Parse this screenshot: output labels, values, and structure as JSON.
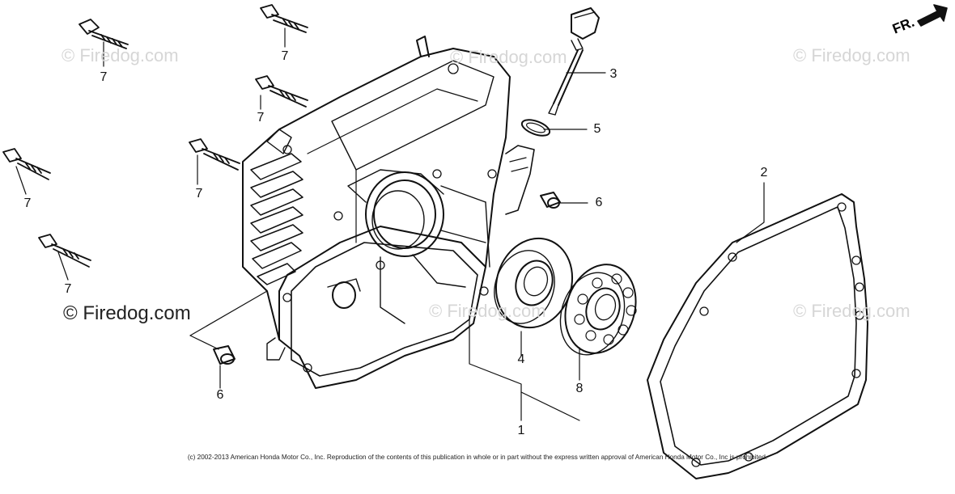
{
  "watermarks": [
    {
      "text": "© Firedog.com"
    },
    {
      "text": "© Firedog.com"
    },
    {
      "text": "© Firedog.com"
    },
    {
      "text": "© Firedog.com"
    },
    {
      "text": "© Firedog.com"
    }
  ],
  "primary_watermark": "© Firedog.com",
  "direction_label": "FR.",
  "callouts": [
    "7",
    "7",
    "7",
    "7",
    "7",
    "7",
    "3",
    "5",
    "6",
    "6",
    "2",
    "4",
    "8",
    "1"
  ],
  "copyright": "(c) 2002-2013 American Honda Motor Co., Inc. Reproduction of the contents of this publication in whole or in part without the express written approval of American Honda Motor Co., Inc is prohibited."
}
